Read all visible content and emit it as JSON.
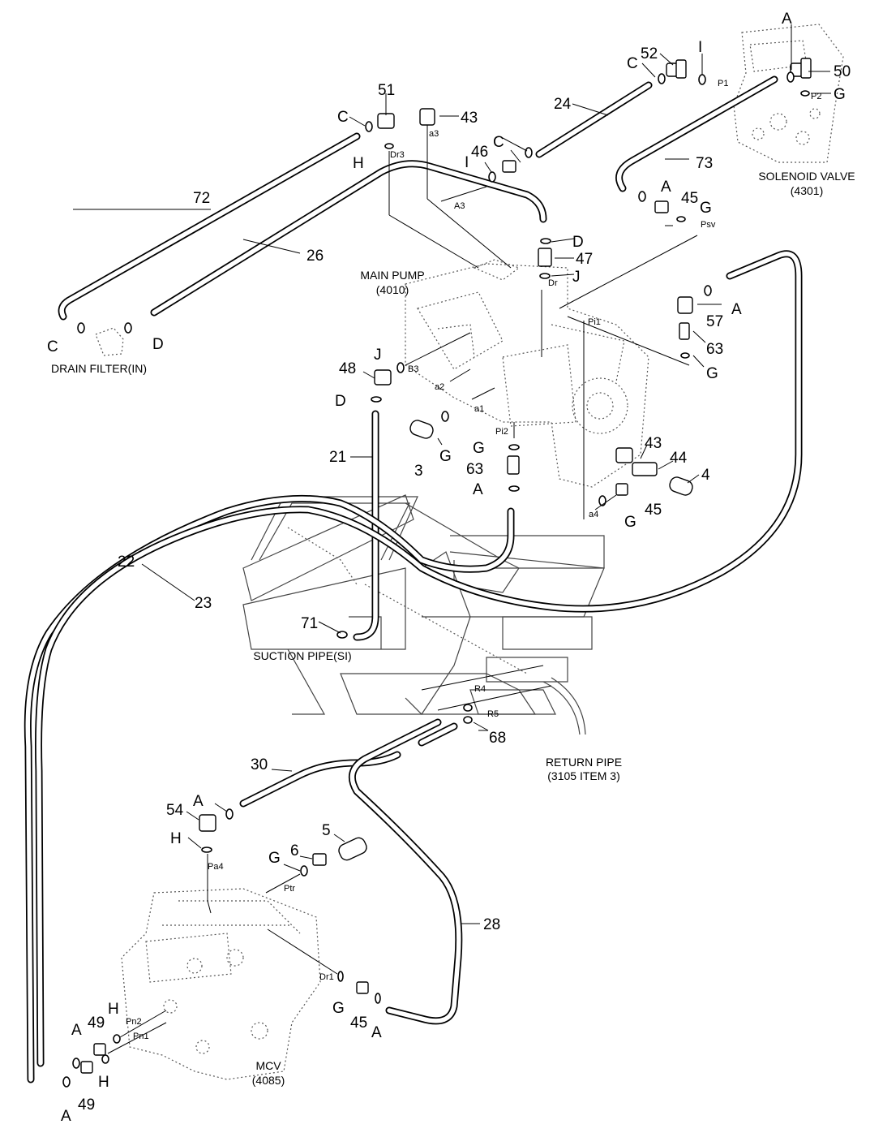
{
  "components": {
    "main_pump": {
      "name": "MAIN PUMP",
      "code": "(4010)"
    },
    "solenoid_valve": {
      "name": "SOLENOID VALVE",
      "code": "(4301)"
    },
    "drain_filter": {
      "name": "DRAIN FILTER(IN)"
    },
    "suction_pipe": {
      "name": "SUCTION PIPE(SI)"
    },
    "return_pipe": {
      "name": "RETURN PIPE",
      "code": "(3105 ITEM 3)"
    },
    "mcv": {
      "name": "MCV",
      "code": "(4085)"
    }
  },
  "callouts": {
    "n3": "3",
    "n4": "4",
    "n5": "5",
    "n6": "6",
    "n21": "21",
    "n22": "22",
    "n23": "23",
    "n24": "24",
    "n26": "26",
    "n28": "28",
    "n30": "30",
    "n43a": "43",
    "n43b": "43",
    "n44": "44",
    "n45a": "45",
    "n45b": "45",
    "n45c": "45",
    "n46": "46",
    "n47": "47",
    "n48": "48",
    "n49a": "49",
    "n49b": "49",
    "n50": "50",
    "n51": "51",
    "n52": "52",
    "n54": "54",
    "n57": "57",
    "n63a": "63",
    "n63b": "63",
    "n68": "68",
    "n71": "71",
    "n72": "72",
    "n73": "73"
  },
  "letters": {
    "A_sv": "A",
    "I_sv": "I",
    "G_sv": "G",
    "C_sv": "C",
    "C_24": "C",
    "I_46": "I",
    "A_73": "A",
    "G_45": "G",
    "C_51": "C",
    "H_51": "H",
    "C_df": "C",
    "D_df": "D",
    "D_47": "D",
    "J_47": "J",
    "A_57": "A",
    "G_63": "G",
    "J_48": "J",
    "D_48": "D",
    "G_3": "G",
    "G_63b": "G",
    "A_63b": "A",
    "G_45b": "G",
    "A_54": "A",
    "H_54": "H",
    "G_6": "G",
    "G_45c": "G",
    "A_45c": "A",
    "A_49a": "A",
    "H_49a": "H",
    "A_49b": "A",
    "H_49b": "H"
  },
  "ports": {
    "P1": "P1",
    "P2": "P2",
    "Psv": "Psv",
    "Dr3": "Dr3",
    "a3": "a3",
    "A3": "A3",
    "Dr": "Dr",
    "Pi1": "Pi1",
    "B3": "B3",
    "a2": "a2",
    "a1": "a1",
    "Pi2": "Pi2",
    "a4": "a4",
    "R4": "R4",
    "R5": "R5",
    "Pa4": "Pa4",
    "Ptr": "Ptr",
    "Dr1": "Dr1",
    "Pn2": "Pn2",
    "Pn1": "Pn1"
  }
}
